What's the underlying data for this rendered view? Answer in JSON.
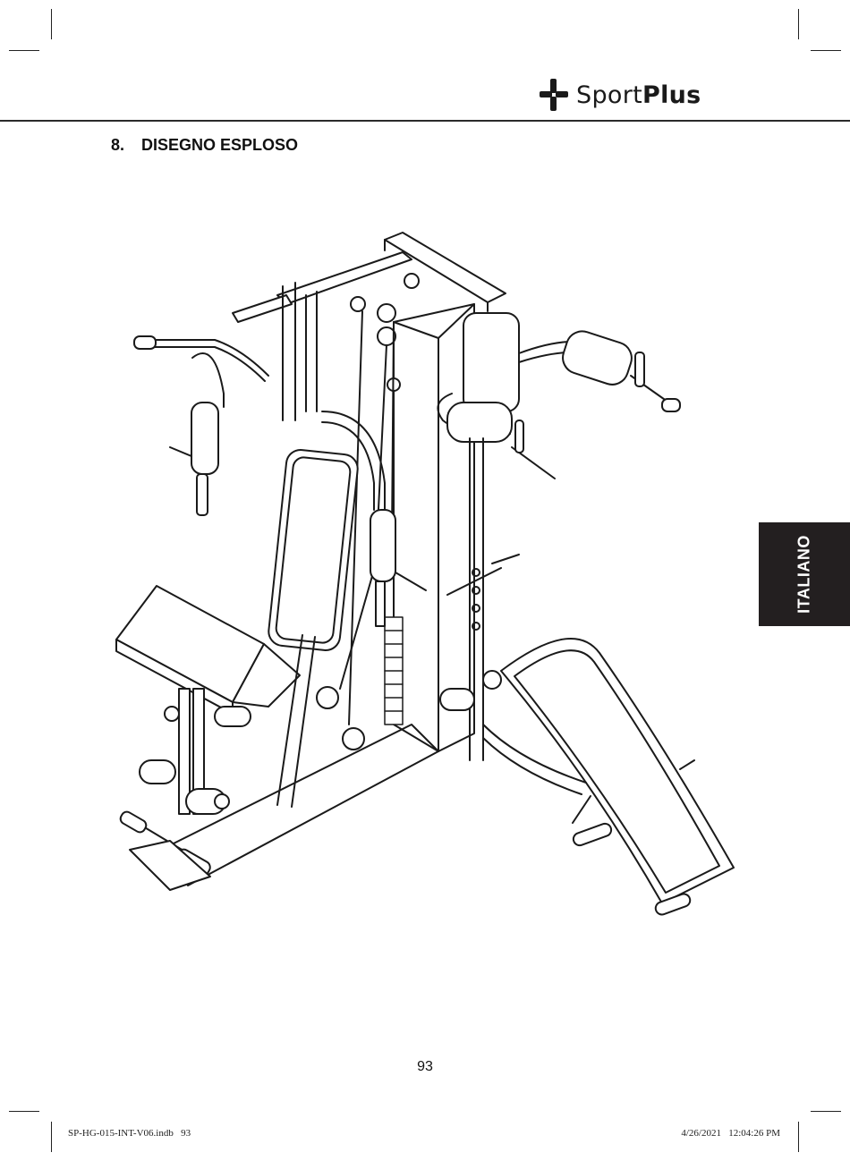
{
  "brand": {
    "name_light": "Sport",
    "name_bold": "Plus"
  },
  "section": {
    "number": "8.",
    "title": "DISEGNO ESPLOSO"
  },
  "side_tab": {
    "label": "ITALIANO"
  },
  "figure": {
    "icon": "home-gym-exploded-drawing"
  },
  "page_number": "93",
  "footer": {
    "file": "SP-HG-015-INT-V06.indb   93",
    "timestamp": "4/26/2021   12:04:26 PM"
  }
}
